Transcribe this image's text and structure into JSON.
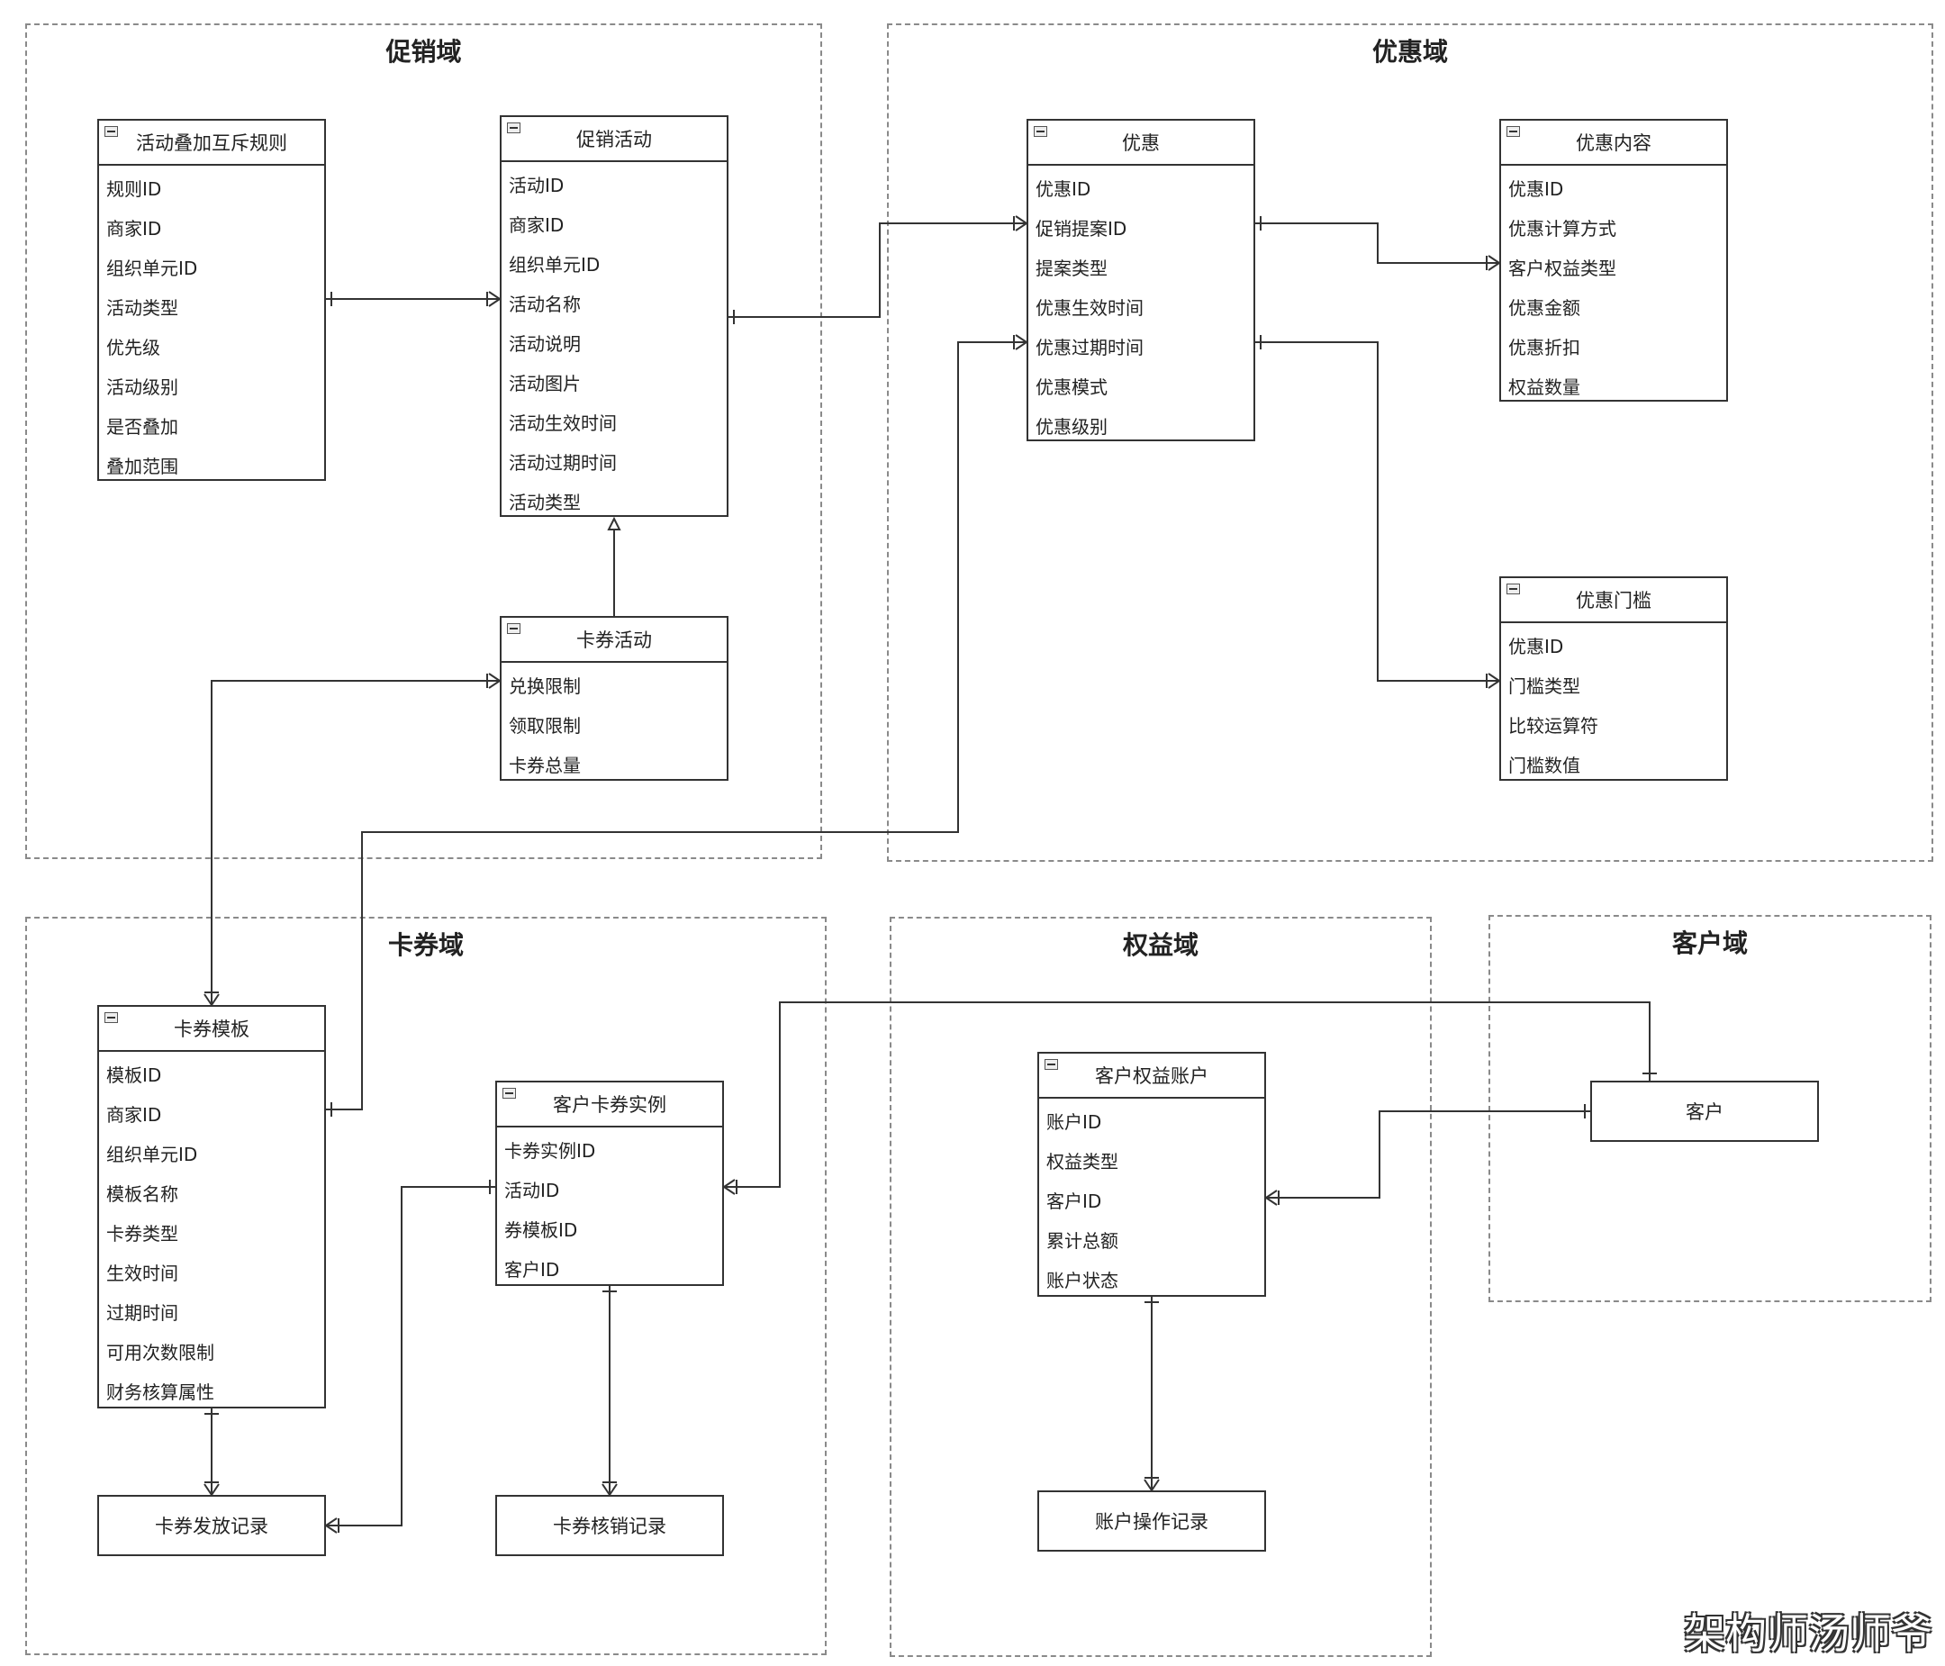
{
  "domains": {
    "promotion": "促销域",
    "discount": "优惠域",
    "coupon": "卡券域",
    "rights": "权益域",
    "customer": "客户域"
  },
  "entities": {
    "stacking_rule": {
      "title": "活动叠加互斥规则",
      "fields": [
        "规则ID",
        "商家ID",
        "组织单元ID",
        "活动类型",
        "优先级",
        "活动级别",
        "是否叠加",
        "叠加范围"
      ]
    },
    "promo_activity": {
      "title": "促销活动",
      "fields": [
        "活动ID",
        "商家ID",
        "组织单元ID",
        "活动名称",
        "活动说明",
        "活动图片",
        "活动生效时间",
        "活动过期时间",
        "活动类型"
      ]
    },
    "coupon_activity": {
      "title": "卡券活动",
      "fields": [
        "兑换限制",
        "领取限制",
        "卡券总量"
      ]
    },
    "discount": {
      "title": "优惠",
      "fields": [
        "优惠ID",
        "促销提案ID",
        "提案类型",
        "优惠生效时间",
        "优惠过期时间",
        "优惠模式",
        "优惠级别"
      ]
    },
    "discount_content": {
      "title": "优惠内容",
      "fields": [
        "优惠ID",
        "优惠计算方式",
        "客户权益类型",
        "优惠金额",
        "优惠折扣",
        "权益数量"
      ]
    },
    "discount_threshold": {
      "title": "优惠门槛",
      "fields": [
        "优惠ID",
        "门槛类型",
        "比较运算符",
        "门槛数值"
      ]
    },
    "coupon_template": {
      "title": "卡券模板",
      "fields": [
        "模板ID",
        "商家ID",
        "组织单元ID",
        "模板名称",
        "卡券类型",
        "生效时间",
        "过期时间",
        "可用次数限制",
        "财务核算属性"
      ]
    },
    "customer_coupon": {
      "title": "客户卡券实例",
      "fields": [
        "卡券实例ID",
        "活动ID",
        "券模板ID",
        "客户ID"
      ]
    },
    "rights_account": {
      "title": "客户权益账户",
      "fields": [
        "账户ID",
        "权益类型",
        "客户ID",
        "累计总额",
        "账户状态"
      ]
    },
    "issue_record": {
      "title": "卡券发放记录"
    },
    "redeem_record": {
      "title": "卡券核销记录"
    },
    "account_log": {
      "title": "账户操作记录"
    },
    "customer": {
      "title": "客户"
    }
  },
  "watermark": "架构师汤师爷"
}
